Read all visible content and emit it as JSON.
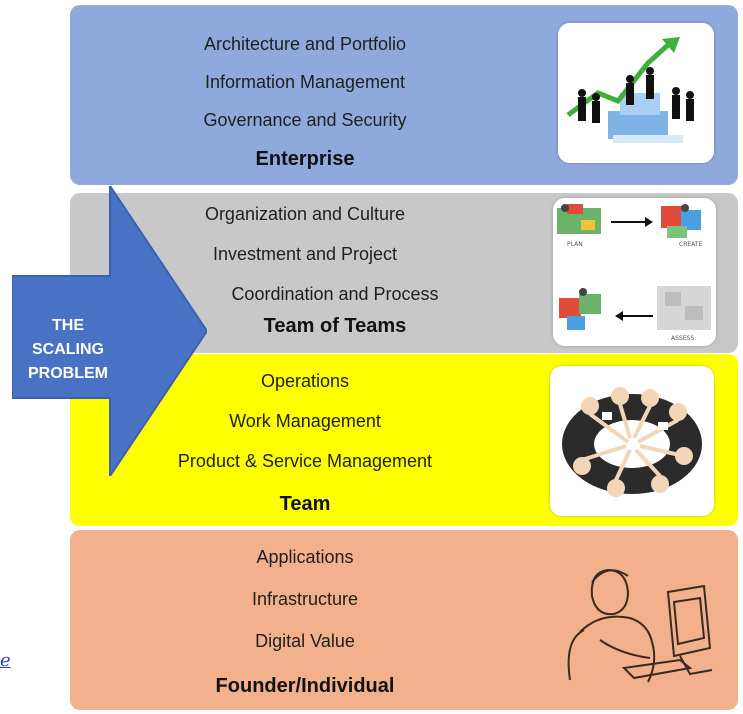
{
  "colors": {
    "enterprise": "#8fa9dc",
    "team_of_teams": "#c8c8c8",
    "team": "#ffff00",
    "founder": "#f3b08c",
    "arrow": "#4a72c4"
  },
  "arrow": {
    "lines": [
      "THE",
      "SCALING",
      "PROBLEM"
    ]
  },
  "layers": {
    "enterprise": {
      "items": [
        "Architecture and Portfolio",
        "Information Management",
        "Governance and Security"
      ],
      "title": "Enterprise",
      "image_icon": "business-growth-icon"
    },
    "team_of_teams": {
      "items": [
        "Organization and Culture",
        "Investment and Project",
        "Coordination and Process"
      ],
      "title": "Team of Teams",
      "image_icon": "puzzle-cycle-icon",
      "image_labels": [
        "PLAN",
        "CREATE",
        "ASSESS"
      ]
    },
    "team": {
      "items": [
        "Operations",
        "Work Management",
        "Product & Service Management"
      ],
      "title": "Team",
      "image_icon": "team-huddle-icon"
    },
    "founder": {
      "items": [
        "Applications",
        "Infrastructure",
        "Digital Value"
      ],
      "title": "Founder/Individual",
      "image_icon": "person-at-computer-icon"
    }
  },
  "link_fragment": "e"
}
